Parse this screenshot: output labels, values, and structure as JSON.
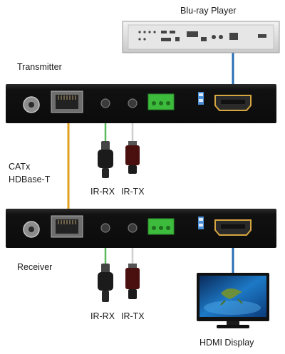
{
  "labels": {
    "bluray": "Blu-ray Player",
    "transmitter": "Transmitter",
    "catx_line1": "CATx",
    "catx_line2": "HDBase-T",
    "tx_ir_rx": "IR-RX",
    "tx_ir_tx": "IR-TX",
    "receiver": "Receiver",
    "rx_ir_rx": "IR-RX",
    "rx_ir_tx": "IR-TX",
    "hdmi_display": "HDMI Display"
  },
  "colors": {
    "device_body": "#151515",
    "hdmi_cable": "#2a6fb5",
    "catx_cable": "#e0a020",
    "ir_rx_cable": "#5cb85c",
    "ir_tx_cable": "#cfcfcf",
    "terminal_block": "#3dbb3d",
    "dip_switch": "#4a8fd8"
  }
}
